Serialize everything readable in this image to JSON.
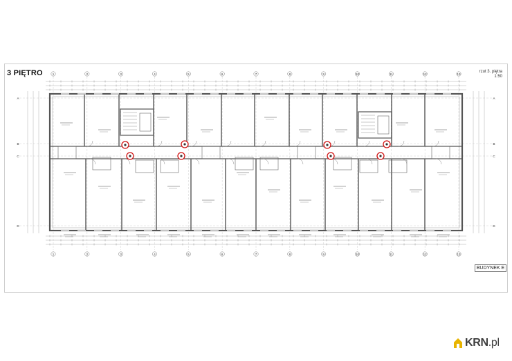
{
  "sheet": {
    "title": "3 PIĘTRO",
    "info_line1": "rzut 3. piętra",
    "info_line2": "1:50",
    "building_label": "BUDYNEK E"
  },
  "axes": {
    "columns": [
      "1",
      "2",
      "3",
      "4",
      "5",
      "6",
      "7",
      "8",
      "9",
      "10",
      "11",
      "12",
      "13"
    ],
    "rows": [
      "A",
      "B",
      "C",
      "D"
    ]
  },
  "watermark": {
    "brand": "KRN",
    "domain": ".pl",
    "icon": "house-icon",
    "color": "#e8b400"
  },
  "colors": {
    "wall": "#555555",
    "line": "#9a9a9a",
    "marker": "#d01010"
  }
}
